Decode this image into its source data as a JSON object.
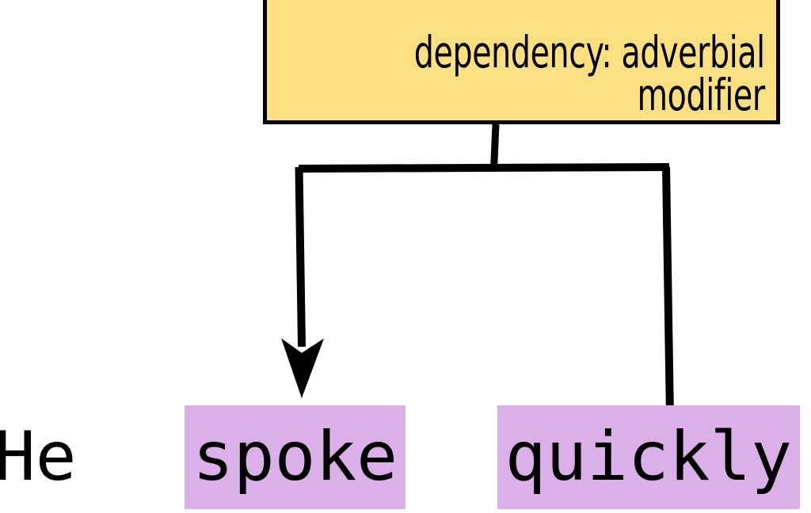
{
  "diagram": {
    "type": "dependency-annotation",
    "label_box": {
      "line1": "dependency: adverbial",
      "line2": "modifier",
      "fill_color": "#FBDF81",
      "border_color": "#000000"
    },
    "sentence": {
      "tokens": [
        {
          "text": "He",
          "highlighted": false
        },
        {
          "text": "spoke",
          "highlighted": true
        },
        {
          "text": "quickly",
          "highlighted": true
        }
      ],
      "highlight_color": "#DBAFE8",
      "text_color": "#000000"
    },
    "connector": {
      "stroke_color": "#000000",
      "arrow_target": "spoke",
      "plain_end_source": "quickly",
      "relation": "adverbial modifier"
    }
  }
}
